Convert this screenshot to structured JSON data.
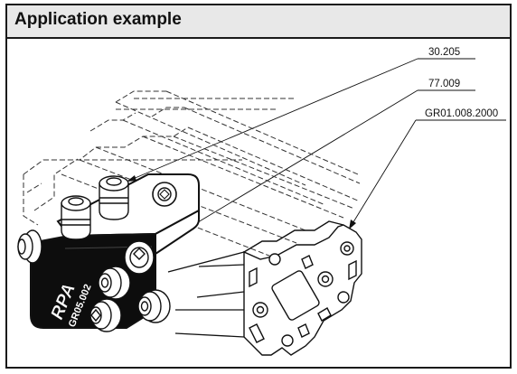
{
  "header": {
    "title": "Application example"
  },
  "callouts": [
    {
      "label": "30.205"
    },
    {
      "label": "77.009"
    },
    {
      "label": "GR01.008.2000"
    }
  ],
  "block": {
    "logo_text": "RPA",
    "marking": "GR05.002"
  }
}
